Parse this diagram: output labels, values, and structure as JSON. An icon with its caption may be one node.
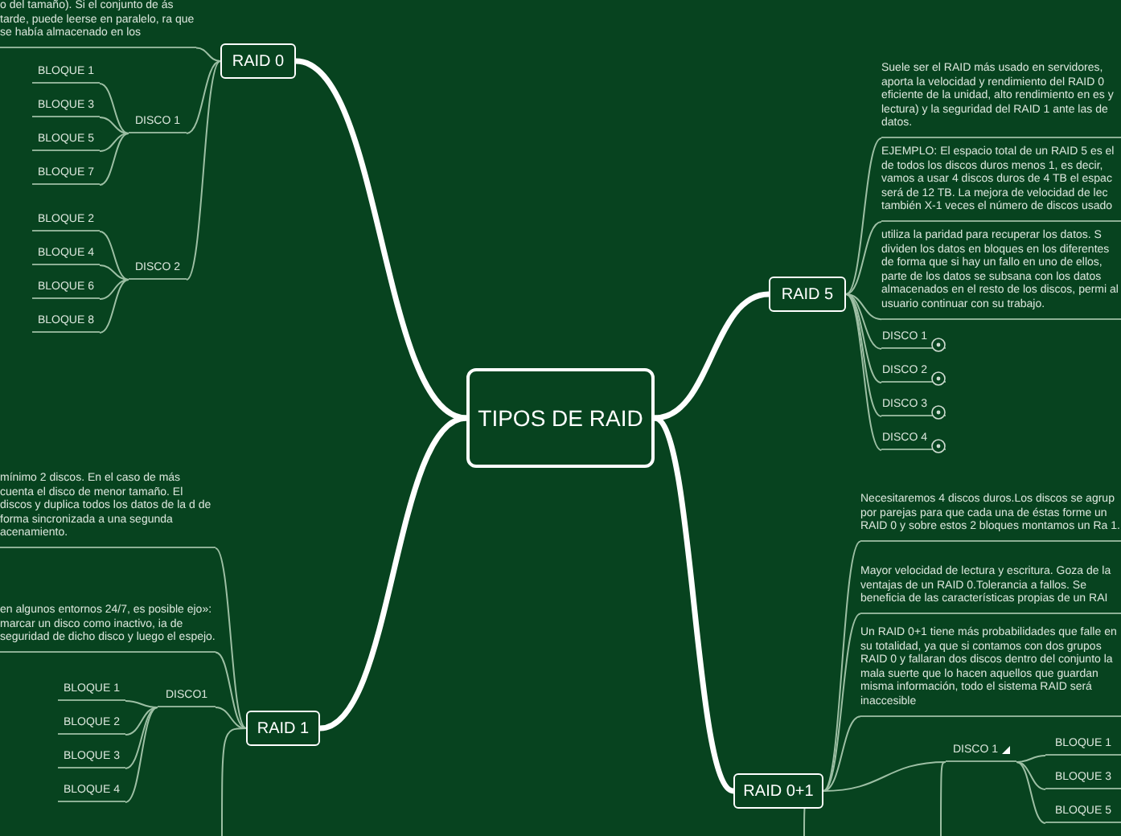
{
  "diagram": {
    "nodes": [
      {
        "text": [
          "TIPOS DE RAID"
        ]
      },
      {
        "text": [
          "RAID 0"
        ]
      },
      {
        "text": [
          "o del tamaño). Si el conjunto de ás tarde, puede leerse en paralelo, ra que se había almacenado en los"
        ]
      },
      {
        "text": [
          "DISCO 1"
        ]
      },
      {
        "text": [
          "BLOQUE 1"
        ]
      },
      {
        "text": [
          "BLOQUE 3"
        ]
      },
      {
        "text": [
          "BLOQUE 5"
        ]
      },
      {
        "text": [
          "BLOQUE 7"
        ]
      },
      {
        "text": [
          "DISCO 2"
        ]
      },
      {
        "text": [
          "BLOQUE 2"
        ]
      },
      {
        "text": [
          "BLOQUE 4"
        ]
      },
      {
        "text": [
          "BLOQUE 6"
        ]
      },
      {
        "text": [
          "BLOQUE 8"
        ]
      },
      {
        "text": [
          "RAID 5"
        ]
      },
      {
        "text": [
          "Suele ser el RAID más usado en servidores, aporta la velocidad y rendimiento del RAID 0 eficiente de la unidad, alto rendimiento en es y lectura) y la seguridad del RAID 1 ante las de datos."
        ]
      },
      {
        "text": [
          "EJEMPLO: El espacio total de un RAID 5 es el de todos los discos duros menos 1, es decir, vamos a usar 4 discos duros de 4 TB el espac será de 12 TB. La mejora de velocidad de lec también X-1 veces el número de discos usado"
        ]
      },
      {
        "text": [
          "utiliza la paridad para recuperar los datos. S dividen los datos en bloques en los diferentes de forma que si hay un fallo en uno de ellos, parte de los datos se subsana con los datos almacenados en el resto de los discos, permi al usuario continuar con su trabajo."
        ]
      },
      {
        "text": [
          "DISCO 1"
        ]
      },
      {
        "text": [
          "DISCO 2"
        ]
      },
      {
        "text": [
          "DISCO 3"
        ]
      },
      {
        "text": [
          "DISCO 4"
        ]
      },
      {
        "text": [
          "RAID 1"
        ]
      },
      {
        "text": [
          "mínimo 2 discos. En el caso de más cuenta el disco de menor tamaño. El discos y duplica todos los datos de la d de forma sincronizada a una segunda acenamiento."
        ]
      },
      {
        "text": [
          "en algunos entornos 24/7, es posible ejo»: marcar un disco como inactivo, ia de seguridad de dicho disco y luego el espejo."
        ]
      },
      {
        "text": [
          "DISCO1"
        ]
      },
      {
        "text": [
          "BLOQUE 1"
        ]
      },
      {
        "text": [
          "BLOQUE 2"
        ]
      },
      {
        "text": [
          "BLOQUE 3"
        ]
      },
      {
        "text": [
          "BLOQUE 4"
        ]
      },
      {
        "text": [
          "RAID 0+1"
        ]
      },
      {
        "text": [
          "Necesitaremos 4 discos duros.Los discos se agrup por parejas para que cada una de éstas forme un RAID 0 y sobre estos 2 bloques montamos un Ra 1."
        ]
      },
      {
        "text": [
          "Mayor velocidad de lectura y escritura. Goza de la ventajas de un RAID 0.Tolerancia a fallos. Se beneficia de las características propias de un RAI"
        ]
      },
      {
        "text": [
          "Un RAID 0+1 tiene más probabilidades que falle en su totalidad, ya que si contamos con dos grupos RAID 0 y fallaran dos discos dentro del conjunto la mala suerte que lo hacen aquellos que guardan misma información, todo el sistema RAID será inaccesible"
        ]
      },
      {
        "text": [
          "DISCO 1"
        ]
      },
      {
        "text": [
          "BLOQUE 1"
        ]
      },
      {
        "text": [
          "BLOQUE 3"
        ]
      },
      {
        "text": [
          "BLOQUE 5"
        ]
      }
    ],
    "edges": [
      {
        "from": 0,
        "to": 1,
        "arrow": "none",
        "style": "thick",
        "color": "#ffffff"
      },
      {
        "from": 0,
        "to": 13,
        "arrow": "none",
        "style": "thick",
        "color": "#ffffff"
      },
      {
        "from": 0,
        "to": 21,
        "arrow": "none",
        "style": "thick",
        "color": "#ffffff"
      },
      {
        "from": 0,
        "to": 29,
        "arrow": "none",
        "style": "thick",
        "color": "#ffffff"
      },
      {
        "from": 1,
        "to": 2,
        "arrow": "none"
      },
      {
        "from": 1,
        "to": 3,
        "arrow": "none"
      },
      {
        "from": 3,
        "to": 4,
        "arrow": "none"
      },
      {
        "from": 3,
        "to": 5,
        "arrow": "none"
      },
      {
        "from": 3,
        "to": 6,
        "arrow": "none"
      },
      {
        "from": 3,
        "to": 7,
        "arrow": "none"
      },
      {
        "from": 1,
        "to": 8,
        "arrow": "none"
      },
      {
        "from": 8,
        "to": 9,
        "arrow": "none"
      },
      {
        "from": 8,
        "to": 10,
        "arrow": "none"
      },
      {
        "from": 8,
        "to": 11,
        "arrow": "none"
      },
      {
        "from": 8,
        "to": 12,
        "arrow": "none"
      },
      {
        "from": 13,
        "to": 14,
        "arrow": "none"
      },
      {
        "from": 13,
        "to": 15,
        "arrow": "none"
      },
      {
        "from": 13,
        "to": 16,
        "arrow": "none"
      },
      {
        "from": 13,
        "to": 17,
        "arrow": "none"
      },
      {
        "from": 13,
        "to": 18,
        "arrow": "none"
      },
      {
        "from": 13,
        "to": 19,
        "arrow": "none"
      },
      {
        "from": 13,
        "to": 20,
        "arrow": "none"
      },
      {
        "from": 21,
        "to": 22,
        "arrow": "none"
      },
      {
        "from": 21,
        "to": 23,
        "arrow": "none"
      },
      {
        "from": 21,
        "to": 24,
        "arrow": "none"
      },
      {
        "from": 24,
        "to": 25,
        "arrow": "none"
      },
      {
        "from": 24,
        "to": 26,
        "arrow": "none"
      },
      {
        "from": 24,
        "to": 27,
        "arrow": "none"
      },
      {
        "from": 24,
        "to": 28,
        "arrow": "none"
      },
      {
        "from": 21,
        "to": null,
        "arrow": "none"
      },
      {
        "from": 29,
        "to": 30,
        "arrow": "none"
      },
      {
        "from": 29,
        "to": 31,
        "arrow": "none"
      },
      {
        "from": 29,
        "to": 32,
        "arrow": "none"
      },
      {
        "from": 29,
        "to": 33,
        "arrow": "none"
      },
      {
        "from": 29,
        "to": null,
        "arrow": "none"
      },
      {
        "from": 33,
        "to": 34,
        "arrow": "none"
      },
      {
        "from": 33,
        "to": 35,
        "arrow": "none"
      },
      {
        "from": 33,
        "to": 36,
        "arrow": "none"
      },
      {
        "from": 33,
        "to": null,
        "arrow": "none"
      }
    ]
  }
}
